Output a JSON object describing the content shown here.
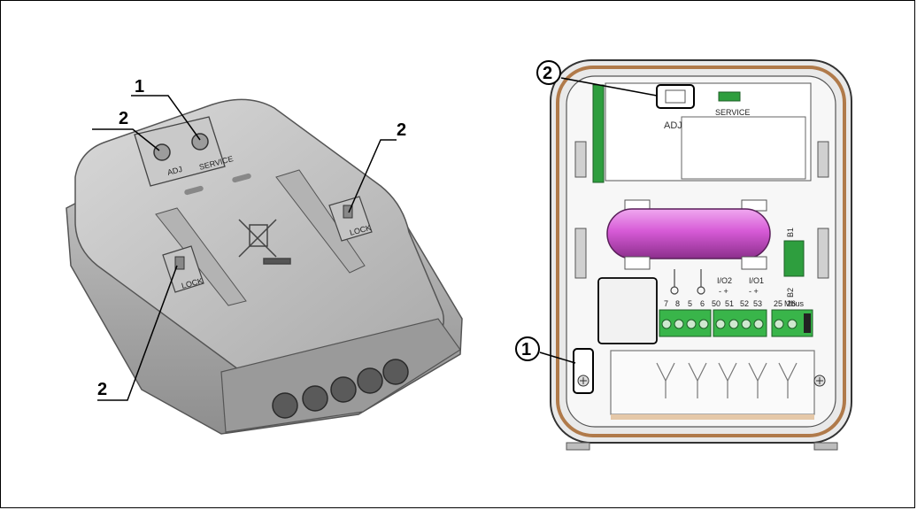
{
  "left_view": {
    "callouts": [
      "1",
      "2",
      "2",
      "2"
    ],
    "labels": {
      "adj": "ADJ",
      "service": "SERVICE",
      "lock": "LOCK"
    }
  },
  "right_view": {
    "callouts": [
      "2",
      "1"
    ],
    "labels": {
      "adj": "ADJ",
      "service": "SERVICE",
      "b1": "B1",
      "b2": "B2",
      "io2": "I/O2",
      "io1": "I/O1",
      "mbus": "Mbus",
      "io2_signs": "-   +",
      "io1_signs": "-   +",
      "terminals": [
        "7",
        "8",
        "5",
        "6",
        "50",
        "51",
        "52",
        "53",
        "25",
        "26"
      ]
    }
  },
  "colors": {
    "battery": "#d65ad6",
    "terminal_green": "#39b54a",
    "board_green": "#2e9e3e",
    "housing_gray": "#b9b9b9",
    "housing_ring": "#b07a4a"
  }
}
